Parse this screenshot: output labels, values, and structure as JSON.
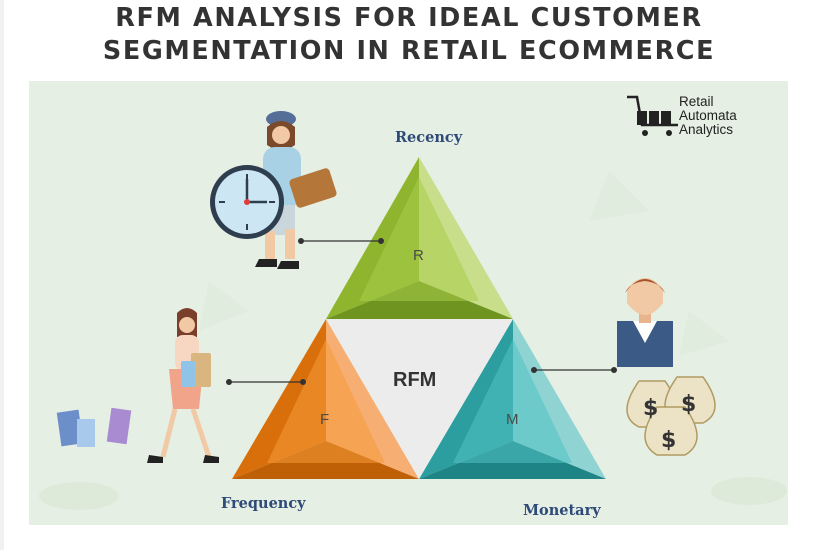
{
  "title": {
    "line1": "RFM ANALYSIS FOR IDEAL CUSTOMER",
    "line2": "SEGMENTATION IN RETAIL ECOMMERCE"
  },
  "logo": {
    "line1": "Retail",
    "line2": "Automata",
    "line3": "Analytics",
    "icon": "shopping-cart-icon"
  },
  "diagram": {
    "center_label": "RFM",
    "recency": {
      "name": "Recency",
      "letter": "R",
      "color": "#9cc43c"
    },
    "frequency": {
      "name": "Frequency",
      "letter": "F",
      "color": "#f08a1c"
    },
    "monetary": {
      "name": "Monetary",
      "letter": "M",
      "color": "#3bb0b3"
    }
  },
  "colors": {
    "background": "#e5efe3",
    "heading": "#333333",
    "label": "#2e4a78"
  }
}
